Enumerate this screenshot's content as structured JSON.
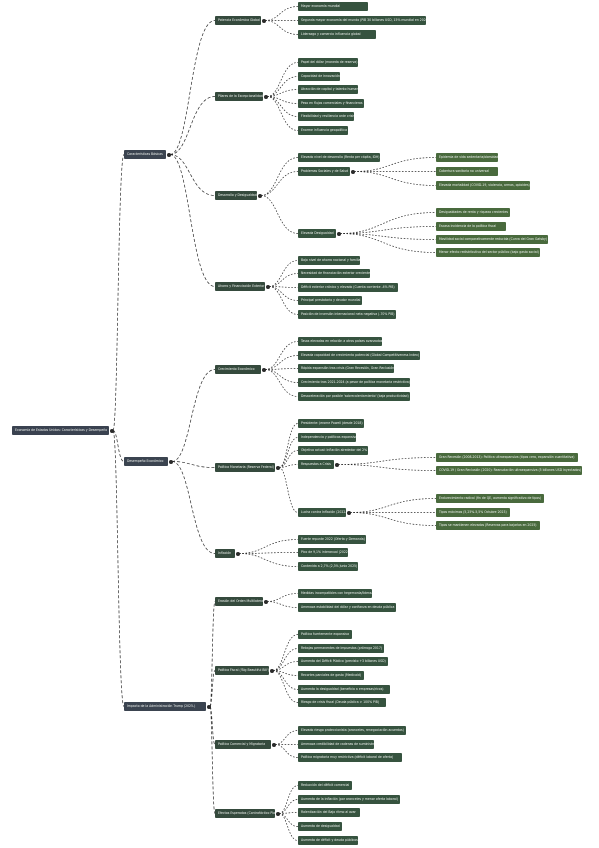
{
  "nodes": [
    {
      "id": "root",
      "label": "Economía de Estados Unidos: Características y Desempeño",
      "level": 0
    },
    {
      "id": "c1",
      "parent": "root",
      "label": "Características Básicas",
      "level": 1
    },
    {
      "id": "c2",
      "parent": "root",
      "label": "Desempeño Económico",
      "level": 1
    },
    {
      "id": "c3",
      "parent": "root",
      "label": "Impacto de la Administración Trump (2025-)",
      "level": 1
    },
    {
      "id": "c1a",
      "parent": "c1",
      "label": "Potencia Económica Global",
      "level": 2
    },
    {
      "id": "c1a1",
      "parent": "c1a",
      "label": "Mayor economía mundial",
      "level": 3
    },
    {
      "id": "c1a2",
      "parent": "c1a",
      "label": "Segunda mayor economía del mundo (PIB 30 billones USD, 15% mundial en 2024)",
      "level": 3
    },
    {
      "id": "c1a3",
      "parent": "c1a",
      "label": "Liderazgo y comercio influencia global",
      "level": 3
    },
    {
      "id": "c1b",
      "parent": "c1",
      "label": "Pilares de la Excepcionalidad",
      "level": 2
    },
    {
      "id": "c1b1",
      "parent": "c1b",
      "label": "Papel del dólar (moneda de reserva)",
      "level": 3
    },
    {
      "id": "c1b2",
      "parent": "c1b",
      "label": "Capacidad de innovación",
      "level": 3
    },
    {
      "id": "c1b3",
      "parent": "c1b",
      "label": "Atracción de capital y talento humano",
      "level": 3
    },
    {
      "id": "c1b4",
      "parent": "c1b",
      "label": "Peso en flujos comerciales y financieros",
      "level": 3
    },
    {
      "id": "c1b5",
      "parent": "c1b",
      "label": "Flexibilidad y resiliencia ante crisis",
      "level": 3
    },
    {
      "id": "c1b6",
      "parent": "c1b",
      "label": "Enorme influencia geopolítica",
      "level": 3
    },
    {
      "id": "c1c",
      "parent": "c1",
      "label": "Desarrollo y Desigualdad",
      "level": 2
    },
    {
      "id": "c1c1",
      "parent": "c1c",
      "label": "Elevado nivel de desarrollo (Renta per cápita, IDH)",
      "level": 3
    },
    {
      "id": "c1c2",
      "parent": "c1c",
      "label": "Problemas Sociales y de Salud",
      "level": 3
    },
    {
      "id": "c1c2a",
      "parent": "c1c2",
      "label": "Epidemia de vida sedentaria/obesidad",
      "level": 4
    },
    {
      "id": "c1c2b",
      "parent": "c1c2",
      "label": "Cobertura sanitaria no universal",
      "level": 4
    },
    {
      "id": "c1c2c",
      "parent": "c1c2",
      "label": "Elevada mortalidad (COVID-19, violencia, armas, opioides)",
      "level": 4
    },
    {
      "id": "c1c3",
      "parent": "c1c",
      "label": "Elevada Desigualdad",
      "level": 3
    },
    {
      "id": "c1c3a",
      "parent": "c1c3",
      "label": "Desigualdades de renta y riqueza crecientes",
      "level": 4
    },
    {
      "id": "c1c3b",
      "parent": "c1c3",
      "label": "Escasa incidencia de la política fiscal",
      "level": 4
    },
    {
      "id": "c1c3c",
      "parent": "c1c3",
      "label": "Movilidad social comparativamente reducida (Curva del Gran Gatsby)",
      "level": 4
    },
    {
      "id": "c1c3d",
      "parent": "c1c3",
      "label": "Menor efecto redistributivo del sector público (bajo gasto social)",
      "level": 4
    },
    {
      "id": "c1d",
      "parent": "c1",
      "label": "Ahorro y Financiación Exterior",
      "level": 2
    },
    {
      "id": "c1d1",
      "parent": "c1d",
      "label": "Bajo nivel de ahorro nacional y familiar",
      "level": 3
    },
    {
      "id": "c1d2",
      "parent": "c1d",
      "label": "Necesidad de financiación exterior creciente",
      "level": 3
    },
    {
      "id": "c1d3",
      "parent": "c1d",
      "label": "Déficit exterior crónico y elevado (Cuenta corriente -4% PIB)",
      "level": 3
    },
    {
      "id": "c1d4",
      "parent": "c1d",
      "label": "Principal prestatario y deudor mundial",
      "level": 3
    },
    {
      "id": "c1d5",
      "parent": "c1d",
      "label": "Posición de inversión internacional neta negativa (-70% PIB)",
      "level": 3
    },
    {
      "id": "c2a",
      "parent": "c2",
      "label": "Crecimiento Económico",
      "level": 2
    },
    {
      "id": "c2a1",
      "parent": "c2a",
      "label": "Tasas elevadas en relación a otros países avanzados",
      "level": 3
    },
    {
      "id": "c2a2",
      "parent": "c2a",
      "label": "Elevada capacidad de crecimiento potencial (Global Competitiveness Index)",
      "level": 3
    },
    {
      "id": "c2a3",
      "parent": "c2a",
      "label": "Rápida expansión tras crisis (Gran Recesión, Gran Reclusión)",
      "level": 3
    },
    {
      "id": "c2a4",
      "parent": "c2a",
      "label": "Crecimiento tras 2021-2024 (a pesar de política monetaria restrictiva)",
      "level": 3
    },
    {
      "id": "c2a5",
      "parent": "c2a",
      "label": "Desaceleración por posible 'sobrecalentamiento' (baja productividad)",
      "level": 3
    },
    {
      "id": "c2b",
      "parent": "c2",
      "label": "Política Monetaria (Reserva Federal)",
      "level": 2
    },
    {
      "id": "c2b1",
      "parent": "c2b",
      "label": "Presidente: Jerome Powell (desde 2018)",
      "level": 3
    },
    {
      "id": "c2b2",
      "parent": "c2b",
      "label": "Independencia y políticas expansivas",
      "level": 3
    },
    {
      "id": "c2b3",
      "parent": "c2b",
      "label": "Objetivo actual: Inflación alrededor del 2%",
      "level": 3
    },
    {
      "id": "c2b4",
      "parent": "c2b",
      "label": "Respuestas a Crisis",
      "level": 3
    },
    {
      "id": "c2b4a",
      "parent": "c2b4",
      "label": "Gran Recesión (2008-2013): Política ultraexpansiva (tipos cero, expansión cuantitativa)",
      "level": 4
    },
    {
      "id": "c2b4b",
      "parent": "c2b4",
      "label": "COVID-19 / Gran Reclusión (2020): Reanudación ultraexpansiva (5 billones USD inyectados)",
      "level": 4
    },
    {
      "id": "c2b5",
      "parent": "c2b",
      "label": "Lucha contra Inflación (2022-)",
      "level": 3
    },
    {
      "id": "c2b5a",
      "parent": "c2b5",
      "label": "Endurecimiento radical (fin de QE, aumento significativo de tipos)",
      "level": 4
    },
    {
      "id": "c2b5b",
      "parent": "c2b5",
      "label": "Tipos máximos (5,25%-5,5% Octubre 2023)",
      "level": 4
    },
    {
      "id": "c2b5c",
      "parent": "c2b5",
      "label": "Tipos se mantienen elevados (Reservas para bajarlos en 2025)",
      "level": 4
    },
    {
      "id": "c2c",
      "parent": "c2",
      "label": "Inflación",
      "level": 2
    },
    {
      "id": "c2c1",
      "parent": "c2c",
      "label": "Fuerte repunte 2022 (Oferta y Demanda)",
      "level": 3
    },
    {
      "id": "c2c2",
      "parent": "c2c",
      "label": "Pico de 9,1% interanual (2022)",
      "level": 3
    },
    {
      "id": "c2c3",
      "parent": "c2c",
      "label": "Contenida a 2,7% (2,3% Junio 2025)",
      "level": 3
    },
    {
      "id": "c3a",
      "parent": "c3",
      "label": "Erosión del Orden Multilateral",
      "level": 2
    },
    {
      "id": "c3a1",
      "parent": "c3a",
      "label": "Medidas incompatibles con hegemonía/liderazgo",
      "level": 3
    },
    {
      "id": "c3a2",
      "parent": "c3a",
      "label": "Amenaza estabilidad del dólar y confianza en deuda pública",
      "level": 3
    },
    {
      "id": "c3b",
      "parent": "c3",
      "label": "Política Fiscal ('Big Beautiful Bill')",
      "level": 2
    },
    {
      "id": "c3b1",
      "parent": "c3b",
      "label": "Política fuertemente expansiva",
      "level": 3
    },
    {
      "id": "c3b2",
      "parent": "c3b",
      "label": "Rebajas permanentes de impuestos (prórroga 2017)",
      "level": 3
    },
    {
      "id": "c3b3",
      "parent": "c3b",
      "label": "Aumento del Déficit Público (previsto +3 billones USD)",
      "level": 3
    },
    {
      "id": "c3b4",
      "parent": "c3b",
      "label": "Recortes parciales de gasto (Medicaid)",
      "level": 3
    },
    {
      "id": "c3b5",
      "parent": "c3b",
      "label": "Aumento la desigualdad (beneficia a empresas/ricos)",
      "level": 3
    },
    {
      "id": "c3b6",
      "parent": "c3b",
      "label": "Riesgo de crisis fiscal (Deuda pública > 100% PIB)",
      "level": 3
    },
    {
      "id": "c3c",
      "parent": "c3",
      "label": "Política Comercial y Migratoria",
      "level": 2
    },
    {
      "id": "c3c1",
      "parent": "c3c",
      "label": "Elevado riesgo proteccionista (aranceles, renegociación acuerdos)",
      "level": 3
    },
    {
      "id": "c3c2",
      "parent": "c3c",
      "label": "Amenaza credibilidad de cadenas de suministro",
      "level": 3
    },
    {
      "id": "c3c3",
      "parent": "c3c",
      "label": "Política migratoria muy restrictiva (déficit laboral de oferta)",
      "level": 3
    },
    {
      "id": "c3d",
      "parent": "c3",
      "label": "Efectos Esperados (Contrafáctico Plano)",
      "level": 2
    },
    {
      "id": "c3d1",
      "parent": "c3d",
      "label": "Reducción del déficit comercial",
      "level": 3
    },
    {
      "id": "c3d2",
      "parent": "c3d",
      "label": "Aumento de la inflación (por aranceles y menor oferta laboral)",
      "level": 3
    },
    {
      "id": "c3d3",
      "parent": "c3d",
      "label": "Ralentización del Bajo ritmo al azar",
      "level": 3
    },
    {
      "id": "c3d4",
      "parent": "c3d",
      "label": "Aumento de desigualdad",
      "level": 3
    },
    {
      "id": "c3d5",
      "parent": "c3d",
      "label": "Aumento de déficit y deuda públicos",
      "level": 3
    }
  ]
}
